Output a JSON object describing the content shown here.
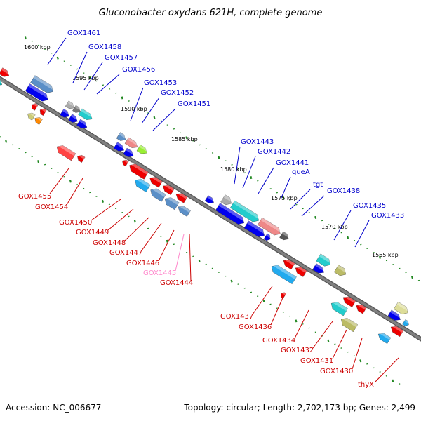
{
  "title": "Gluconobacter oxydans 621H, complete genome",
  "footer": {
    "accession": "Accession: NC_006677",
    "summary": "Topology: circular; Length: 2,702,173 bp; Genes: 2,499"
  },
  "scale_labels": [
    "1600 kbp",
    "1595 kbp",
    "1590 kbp",
    "1585 kbp",
    "1580 kbp",
    "1575 kbp",
    "1570 kbp",
    "1565 kbp"
  ],
  "forward_genes": [
    "GOX1461",
    "GOX1458",
    "GOX1457",
    "GOX1456",
    "GOX1453",
    "GOX1452",
    "GOX1451",
    "GOX1443",
    "GOX1442",
    "GOX1441",
    "queA",
    "tgt",
    "GOX1438",
    "GOX1435",
    "GOX1433"
  ],
  "reverse_genes": [
    "GOX1455",
    "GOX1454",
    "GOX1450",
    "GOX1449",
    "GOX1448",
    "GOX1447",
    "GOX1446",
    "GOX1445",
    "GOX1444",
    "GOX1437",
    "GOX1436",
    "GOX1434",
    "GOX1432",
    "GOX1431",
    "GOX1430",
    "thyX"
  ],
  "colors": {
    "forward_label": "#0000cc",
    "reverse_label": "#cc0000",
    "pseudo_label": "#ff88cc",
    "backbone": "#808080",
    "tick": "#228822"
  }
}
